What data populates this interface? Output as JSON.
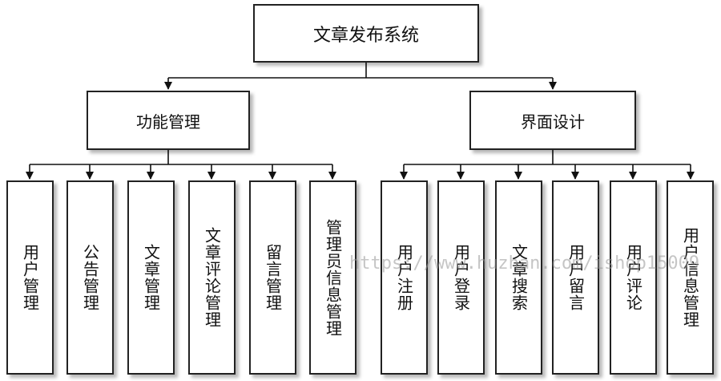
{
  "root": {
    "label": "文章发布系统"
  },
  "branches": [
    {
      "label": "功能管理",
      "children": [
        "用户管理",
        "公告管理",
        "文章管理",
        "文章评论管理",
        "留言管理",
        "管理员信息管理"
      ]
    },
    {
      "label": "界面设计",
      "children": [
        "用户注册",
        "用户登录",
        "文章搜索",
        "用户留言",
        "用户评论",
        "用户信息管理"
      ]
    }
  ],
  "watermark": "https://www.huzhan.com/ishop15009"
}
